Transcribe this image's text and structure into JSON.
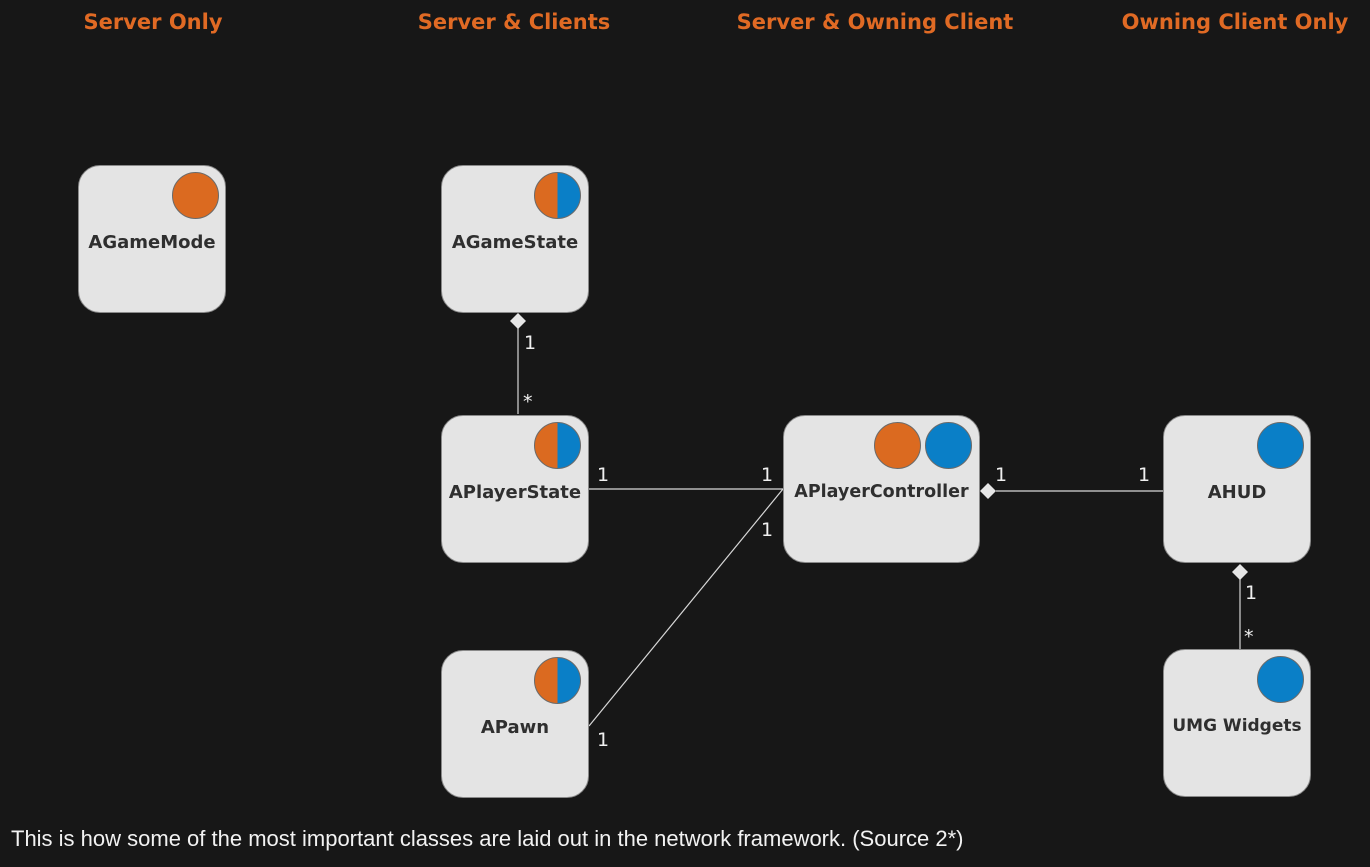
{
  "columns": {
    "server_only": "Server Only",
    "server_clients": "Server & Clients",
    "server_owning_client": "Server & Owning Client",
    "owning_client_only": "Owning Client Only"
  },
  "nodes": {
    "agamemode": {
      "label": "AGameMode",
      "replication": [
        "server"
      ]
    },
    "agamestate": {
      "label": "AGameState",
      "replication": [
        "server+client"
      ]
    },
    "aplayerstate": {
      "label": "APlayerState",
      "replication": [
        "server+client"
      ]
    },
    "apawn": {
      "label": "APawn",
      "replication": [
        "server+client"
      ]
    },
    "aplayercontroller": {
      "label": "APlayerController",
      "replication": [
        "server",
        "client"
      ]
    },
    "ahud": {
      "label": "AHUD",
      "replication": [
        "client"
      ]
    },
    "umg_widgets": {
      "label": "UMG Widgets",
      "replication": [
        "client"
      ]
    }
  },
  "relations": [
    {
      "from": "AGameState",
      "to": "APlayerState",
      "kind": "composition",
      "from_mult": "1",
      "to_mult": "*"
    },
    {
      "from": "APlayerState",
      "to": "APlayerController",
      "kind": "association",
      "from_mult": "1",
      "to_mult": "1"
    },
    {
      "from": "APawn",
      "to": "APlayerController",
      "kind": "association",
      "from_mult": "1",
      "to_mult": "1"
    },
    {
      "from": "APlayerController",
      "to": "AHUD",
      "kind": "composition",
      "from_mult": "1",
      "to_mult": "1"
    },
    {
      "from": "AHUD",
      "to": "UMG Widgets",
      "kind": "composition",
      "from_mult": "1",
      "to_mult": "*"
    }
  ],
  "multiplicities": {
    "gs_ps_top": "1",
    "gs_ps_bottom": "*",
    "ps_pc_left": "1",
    "ps_pc_right": "1",
    "pawn_pc_pc": "1",
    "pawn_pc_pawn": "1",
    "pc_hud_left": "1",
    "pc_hud_right": "1",
    "hud_umg_top": "1",
    "hud_umg_bottom": "*"
  },
  "colors": {
    "background": "#171717",
    "title": "#e06a24",
    "server": "#db6a20",
    "client": "#0a7fc7",
    "node_fill": "#e4e4e4"
  },
  "caption": "This is how some of the most important classes are laid out in the network framework. (Source 2*)"
}
